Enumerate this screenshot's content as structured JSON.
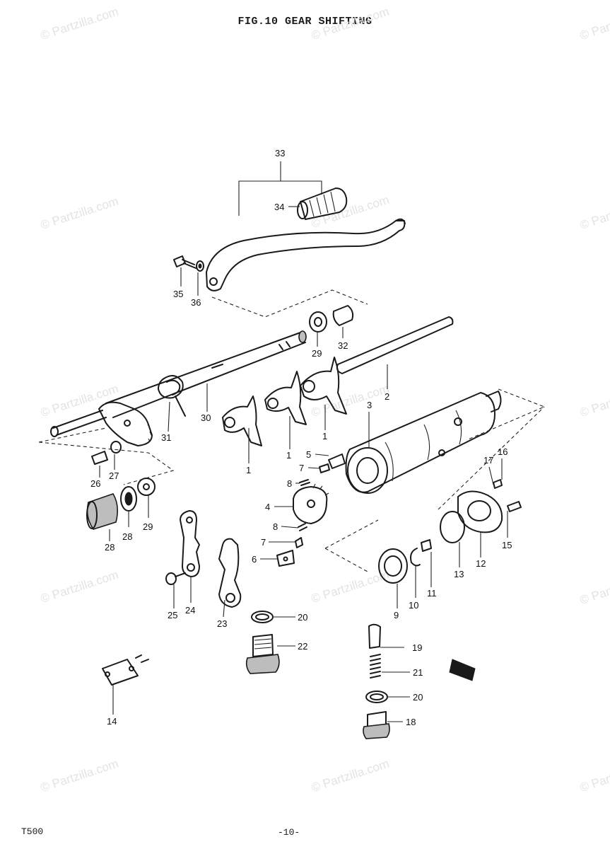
{
  "title": "FIG.10  GEAR SHIFTING",
  "footer": {
    "model": "T500",
    "page": "-10-"
  },
  "watermark": "© Partzilla.com",
  "callouts": {
    "c1a": "1",
    "c1b": "1",
    "c1c": "1",
    "c2": "2",
    "c3": "3",
    "c4": "4",
    "c5": "5",
    "c6": "6",
    "c7a": "7",
    "c7b": "7",
    "c8a": "8",
    "c8b": "8",
    "c9": "9",
    "c10": "10",
    "c11": "11",
    "c12": "12",
    "c13": "13",
    "c14": "14",
    "c15": "15",
    "c16": "16",
    "c17": "17",
    "c18": "18",
    "c19": "19",
    "c20a": "20",
    "c20b": "20",
    "c21": "21",
    "c22": "22",
    "c23": "23",
    "c24": "24",
    "c25": "25",
    "c26": "26",
    "c27": "27",
    "c28a": "28",
    "c28b": "28",
    "c29a": "29",
    "c29b": "29",
    "c30": "30",
    "c31": "31",
    "c32": "32",
    "c33": "33",
    "c34": "34",
    "c35": "35",
    "c36": "36"
  },
  "colors": {
    "line": "#1a1a1a",
    "watermark": "#e3e3e3",
    "background": "#ffffff"
  }
}
